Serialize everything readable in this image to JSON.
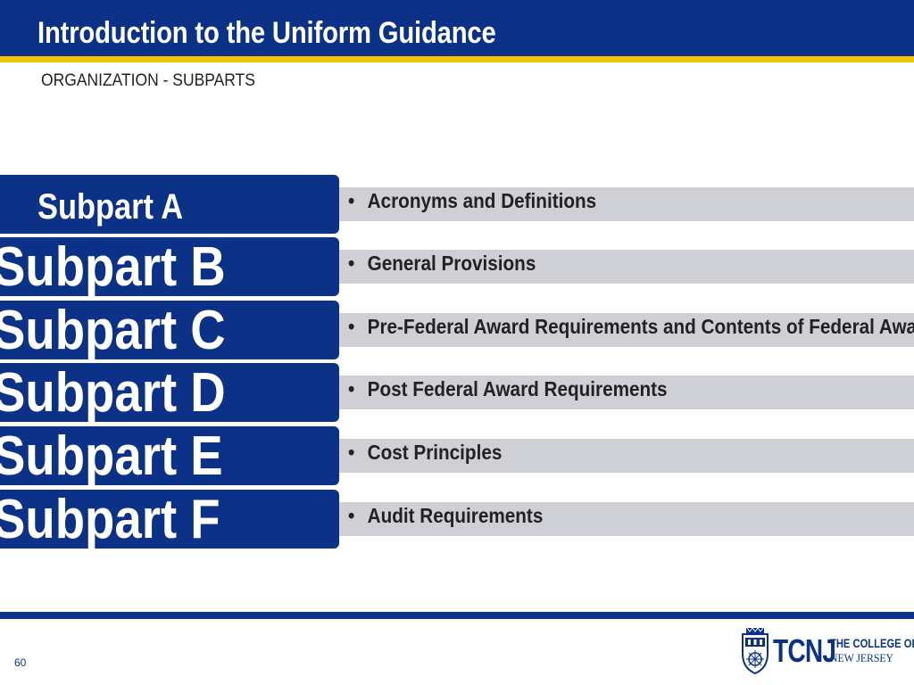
{
  "header": {
    "title": "Introduction to the Uniform Guidance",
    "subtitle": "ORGANIZATION - SUBPARTS"
  },
  "subparts": [
    {
      "label": "Subpart A",
      "bullet": "•",
      "description": "Acronyms and Definitions"
    },
    {
      "label": "Subpart B",
      "bullet": "•",
      "description": "General Provisions"
    },
    {
      "label": "Subpart C",
      "bullet": "•",
      "description": "Pre-Federal Award Requirements and Contents of Federal Awards"
    },
    {
      "label": "Subpart D",
      "bullet": "•",
      "description": "Post Federal Award Requirements"
    },
    {
      "label": "Subpart E",
      "bullet": "•",
      "description": "Cost Principles"
    },
    {
      "label": "Subpart F",
      "bullet": "•",
      "description": "Audit Requirements"
    }
  ],
  "footer": {
    "page_number": "60",
    "logo": {
      "main": "TCNJ",
      "line1": "THE COLLEGE OF",
      "line2": "NEW JERSEY",
      "icon": "college-crest-icon"
    }
  },
  "colors": {
    "brand_blue": "#0b3286",
    "accent_gold": "#f2c500",
    "row_gray": "#cfcfd6"
  }
}
